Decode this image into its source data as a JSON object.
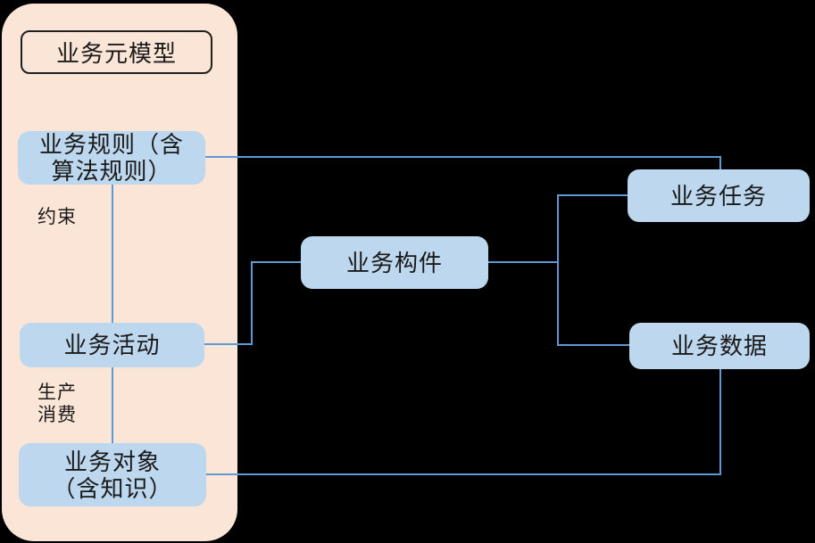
{
  "diagram": {
    "panel": {
      "title": "业务元模型"
    },
    "nodes": {
      "rule": {
        "line1": "业务规则（含",
        "line2": "算法规则）"
      },
      "activity": {
        "label": "业务活动"
      },
      "object": {
        "line1": "业务对象",
        "line2": "（含知识）"
      },
      "component": {
        "label": "业务构件"
      },
      "task": {
        "label": "业务任务"
      },
      "data": {
        "label": "业务数据"
      }
    },
    "edge_labels": {
      "constraint": "约束",
      "produce": "生产",
      "consume": "消费"
    },
    "colors": {
      "background": "#000000",
      "panel_fill": "#FBE5D6",
      "node_fill": "#BDD7EE",
      "connector": "#5B9BD5",
      "title_border": "#1F1F1F",
      "text": "#1A1A1A"
    }
  }
}
